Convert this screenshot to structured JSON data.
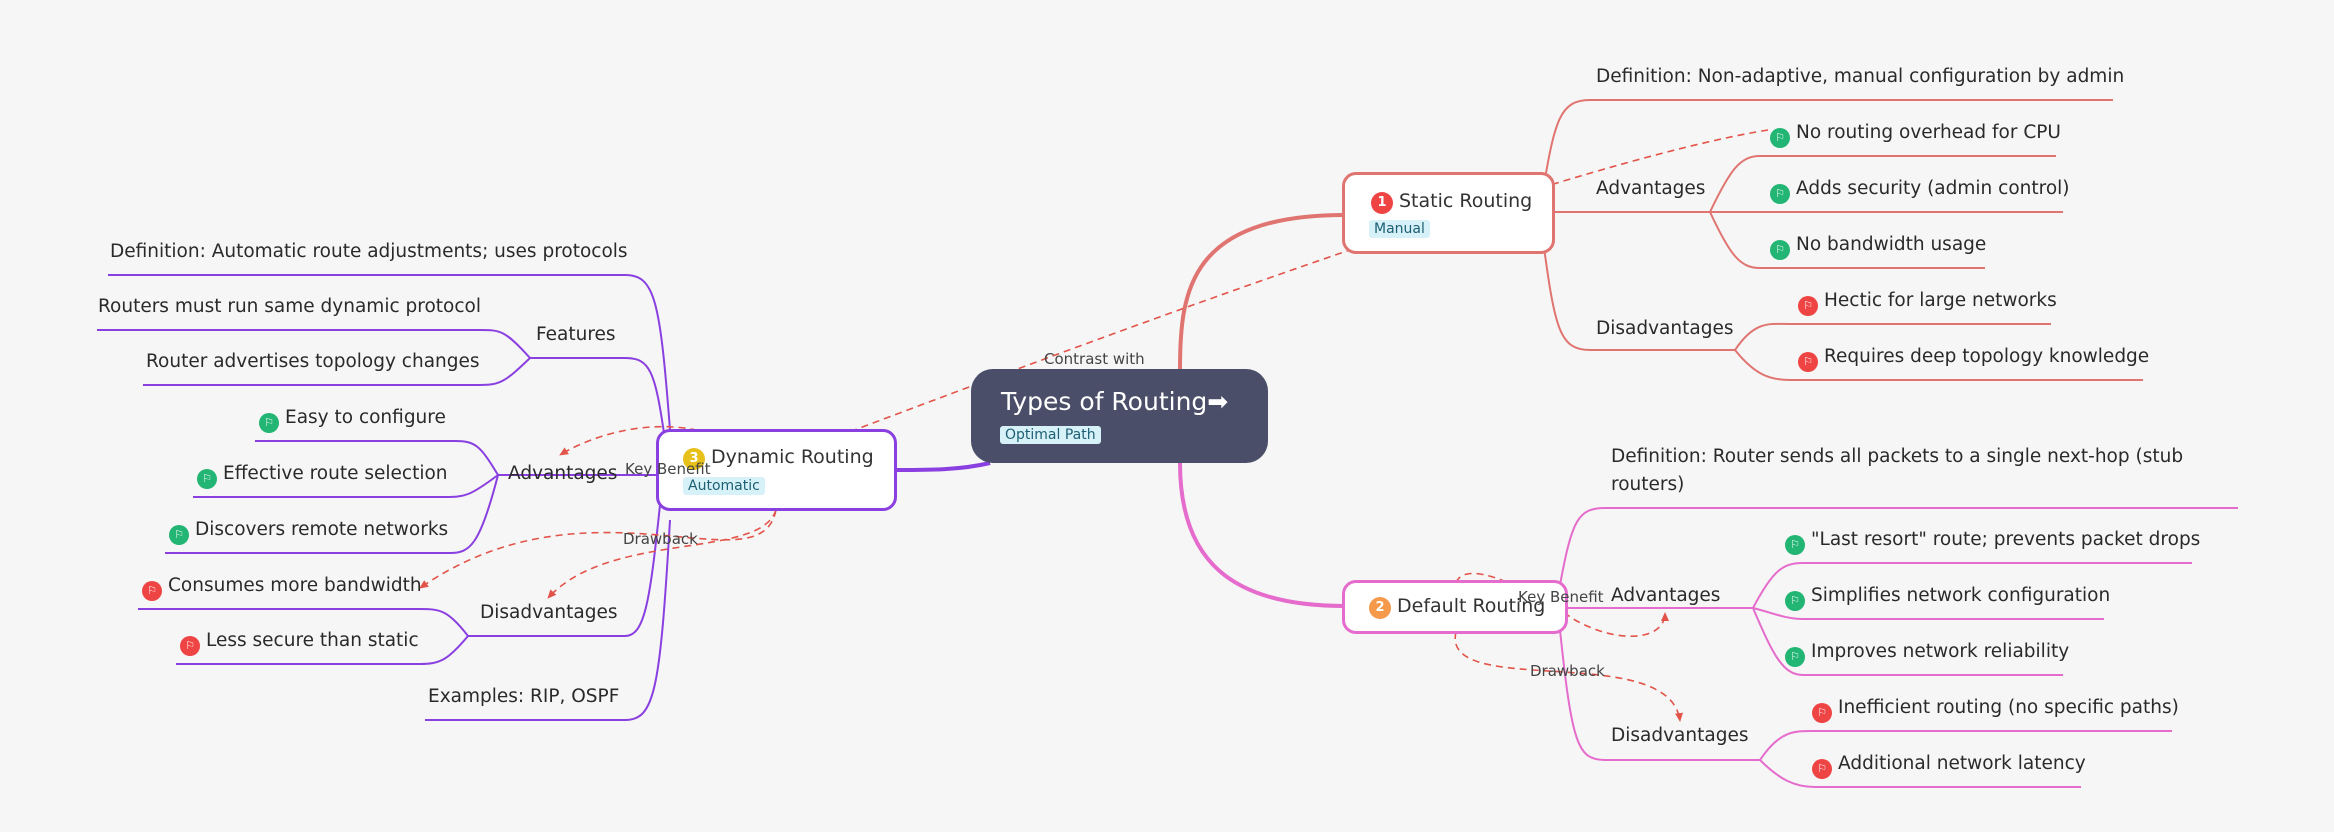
{
  "root": {
    "title": "Types of Routing",
    "arrow": "➡",
    "tag": "Optimal Path"
  },
  "static": {
    "number": "1",
    "title": "Static Routing",
    "tag": "Manual",
    "definition": "Definition: Non-adaptive, manual configuration by admin",
    "advantages_label": "Advantages",
    "advantages": [
      "No routing overhead for CPU",
      "Adds security (admin control)",
      "No bandwidth usage"
    ],
    "disadvantages_label": "Disadvantages",
    "disadvantages": [
      "Hectic for large networks",
      "Requires deep topology knowledge"
    ]
  },
  "default": {
    "number": "2",
    "title": "Default Routing",
    "definition": "Definition: Router sends all packets to a single next-hop (stub routers)",
    "advantages_label": "Advantages",
    "advantages": [
      "\"Last resort\" route; prevents packet drops",
      "Simplifies network configuration",
      "Improves network reliability"
    ],
    "disadvantages_label": "Disadvantages",
    "disadvantages": [
      "Inefficient routing (no specific paths)",
      "Additional network latency"
    ]
  },
  "dynamic": {
    "number": "3",
    "title": "Dynamic Routing",
    "tag": "Automatic",
    "definition": "Definition: Automatic route adjustments; uses protocols",
    "features_label": "Features",
    "features": [
      "Routers must run same dynamic protocol",
      "Router advertises topology changes"
    ],
    "advantages_label": "Advantages",
    "advantages": [
      "Easy to configure",
      "Effective route selection",
      "Discovers remote networks"
    ],
    "disadvantages_label": "Disadvantages",
    "disadvantages": [
      "Consumes more bandwidth",
      "Less secure than static"
    ],
    "examples": "Examples: RIP, OSPF"
  },
  "relationships": {
    "contrast": "Contrast with",
    "key_benefit_dynamic": "Key Benefit",
    "drawback_dynamic": "Drawback",
    "key_benefit_default": "Key Benefit",
    "drawback_default": "Drawback"
  },
  "icons": {
    "flag": "flag-icon"
  },
  "colors": {
    "root": "#4a4e69",
    "static": "#e07470",
    "default": "#e56ccc",
    "dynamic": "#8a3fe0",
    "relationship": "#e2544a",
    "flag_good": "#22b573",
    "flag_bad": "#ef4444",
    "num_static": "#ef4444",
    "num_default": "#f59a4a",
    "num_dynamic": "#e8c01a"
  }
}
